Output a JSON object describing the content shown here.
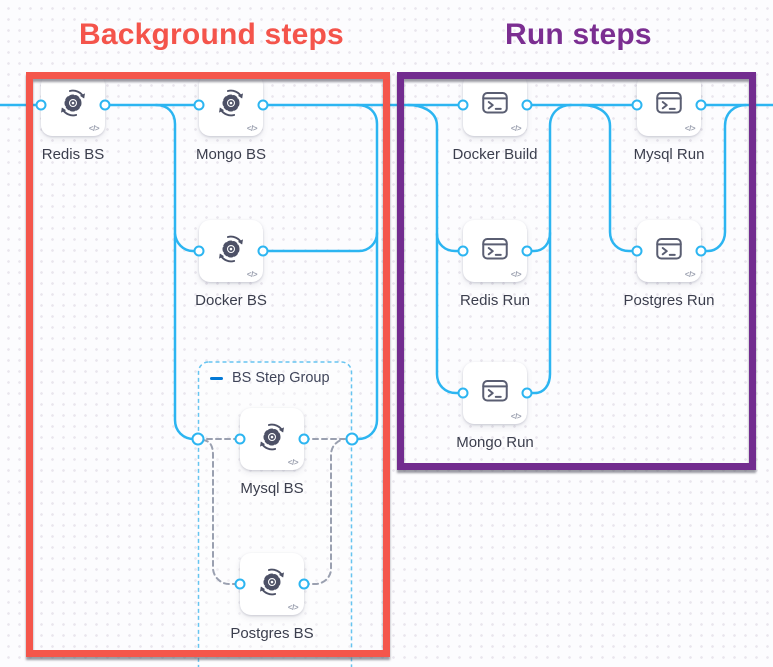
{
  "annotations": {
    "background_title": "Background steps",
    "run_title": "Run steps",
    "background_color": "#f4564b",
    "run_color": "#722c8f"
  },
  "group": {
    "label": "BS Step Group"
  },
  "nodes": {
    "redis_bs": {
      "label": "Redis BS",
      "type": "background"
    },
    "mongo_bs": {
      "label": "Mongo BS",
      "type": "background"
    },
    "docker_bs": {
      "label": "Docker BS",
      "type": "background"
    },
    "mysql_bs": {
      "label": "Mysql BS",
      "type": "background"
    },
    "postgres_bs": {
      "label": "Postgres BS",
      "type": "background"
    },
    "docker_build": {
      "label": "Docker Build",
      "type": "run"
    },
    "mysql_run": {
      "label": "Mysql Run",
      "type": "run"
    },
    "redis_run": {
      "label": "Redis Run",
      "type": "run"
    },
    "postgres_run": {
      "label": "Postgres Run",
      "type": "run"
    },
    "mongo_run": {
      "label": "Mongo Run",
      "type": "run"
    }
  },
  "icons": {
    "background_step": "gear-sync-icon",
    "run_step": "terminal-icon",
    "group_collapse": "minus-icon",
    "code_glyph": "</>"
  },
  "colors": {
    "connector": "#2cb5f1",
    "dashed_connector": "#9aa0b0",
    "group_border": "#66c4f0",
    "port_border": "#2cb5f1",
    "node_label": "#3b3e4d"
  }
}
